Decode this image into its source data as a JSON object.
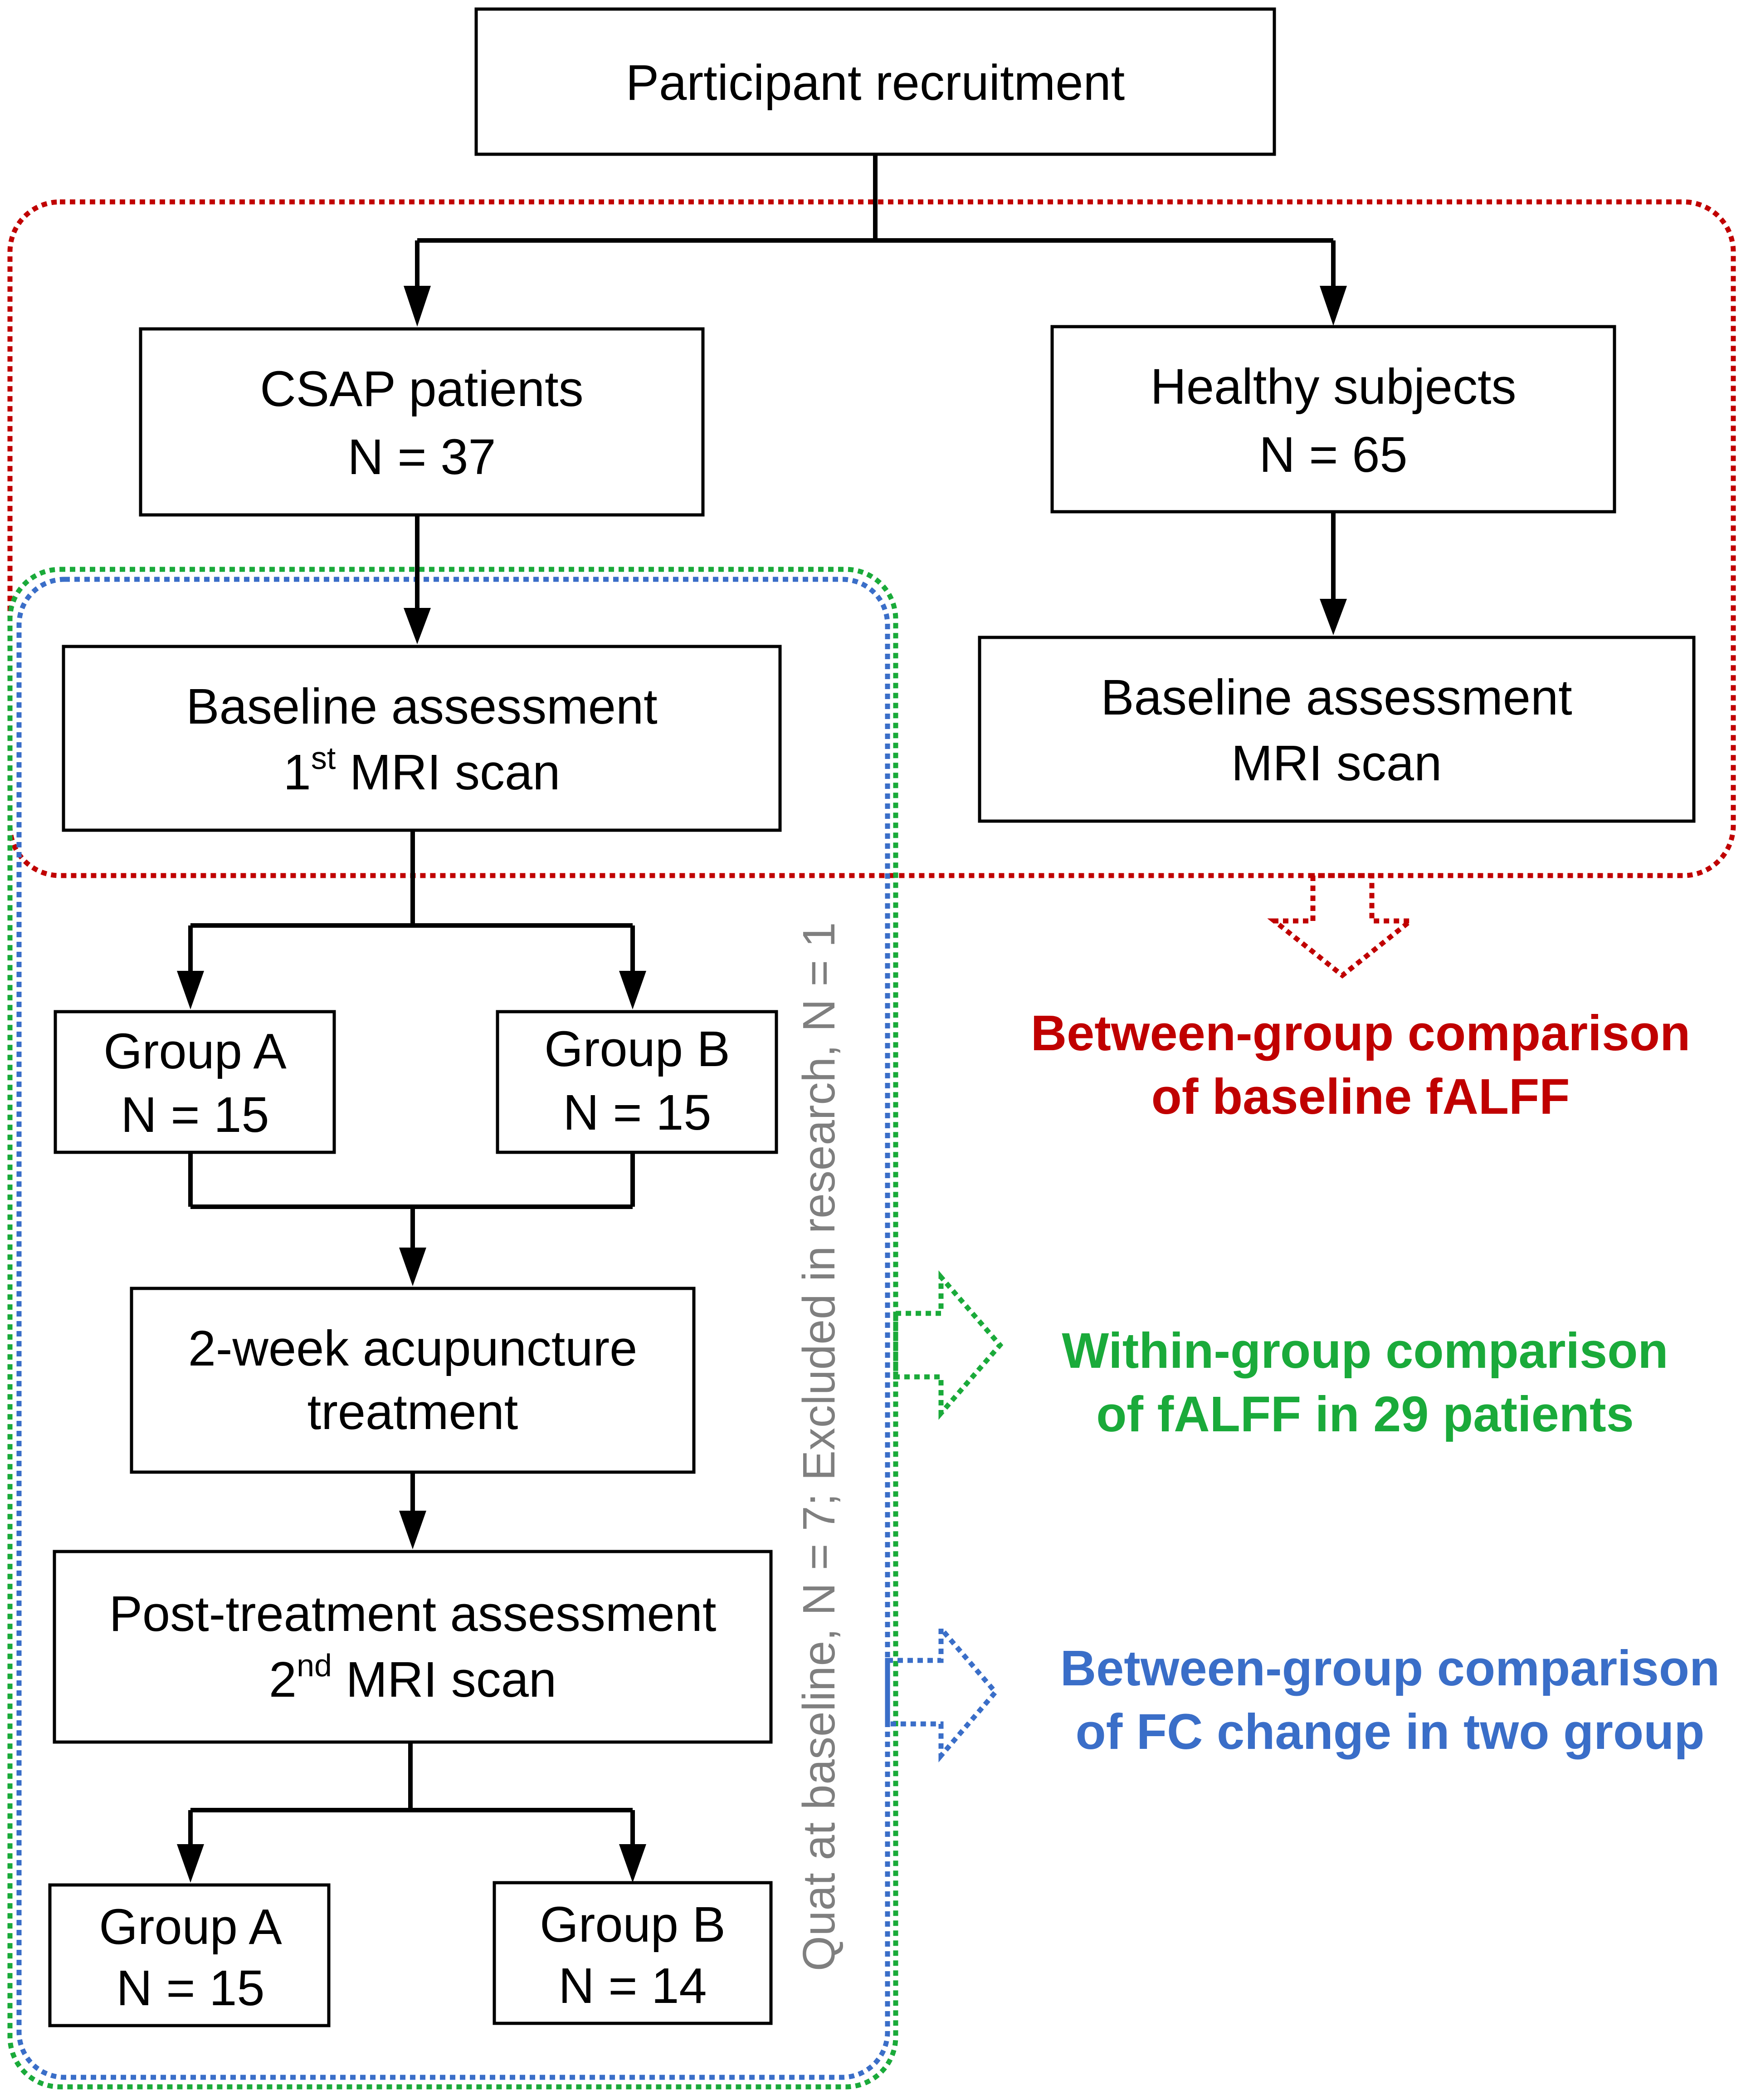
{
  "boxes": {
    "recruitment": "Participant recruitment",
    "csap_line1": "CSAP patients",
    "csap_line2": "N = 37",
    "healthy_line1": "Healthy subjects",
    "healthy_line2": "N = 65",
    "csap_baseline_line1": "Baseline assessment",
    "csap_baseline_line2_num": "1",
    "csap_baseline_line2_sup": "st",
    "csap_baseline_line2_rest": " MRI scan",
    "healthy_baseline_line1": "Baseline assessment",
    "healthy_baseline_line2": "MRI scan",
    "group_a1_line1": "Group A",
    "group_a1_line2": "N = 15",
    "group_b1_line1": "Group B",
    "group_b1_line2": "N = 15",
    "treatment_line1": "2-week acupuncture",
    "treatment_line2": "treatment",
    "post_line1": "Post-treatment assessment",
    "post_line2_num": "2",
    "post_line2_sup": "nd",
    "post_line2_rest": " MRI scan",
    "group_a2_line1": "Group A",
    "group_a2_line2": "N = 15",
    "group_b2_line1": "Group B",
    "group_b2_line2": "N = 14"
  },
  "side_note": "Quat at baseline, N = 7; Excluded in research, N = 1",
  "comparisons": {
    "red_line1": "Between-group comparison",
    "red_line2": "of baseline fALFF",
    "green_line1": "Within-group comparison",
    "green_line2": "of fALFF in 29 patients",
    "blue_line1": "Between-group comparison",
    "blue_line2": "of FC change in two group"
  },
  "colors": {
    "red": "#c00000",
    "green": "#1aaa3a",
    "blue": "#3a6ec8",
    "note_gray": "#7f7f7f"
  }
}
